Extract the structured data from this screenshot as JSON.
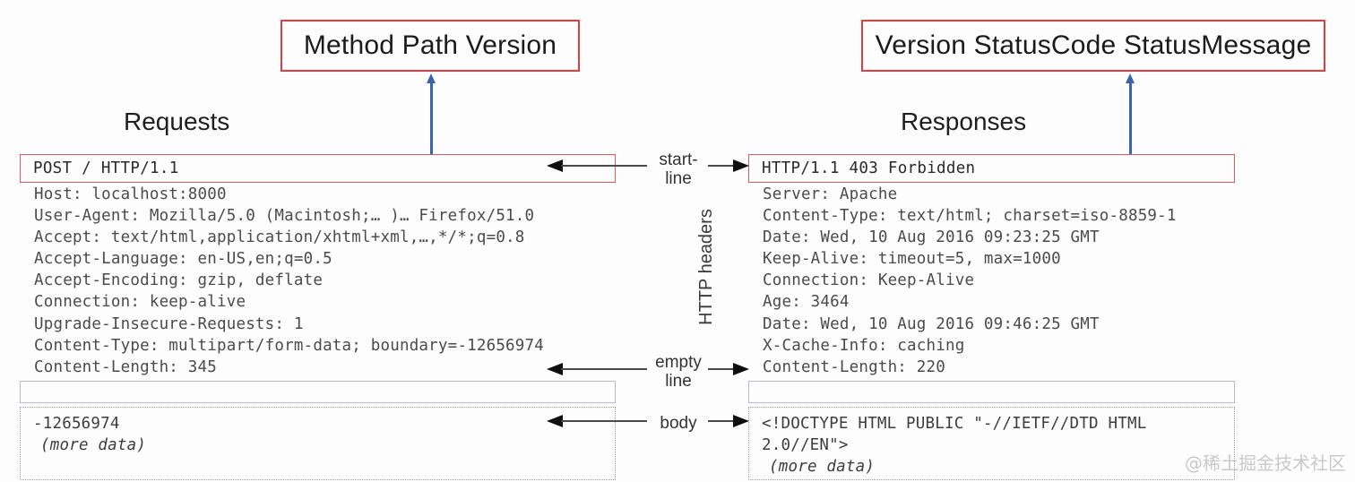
{
  "callouts": {
    "request_startline": "Method Path Version",
    "response_startline": "Version StatusCode StatusMessage"
  },
  "headings": {
    "requests": "Requests",
    "responses": "Responses"
  },
  "center_labels": {
    "start_line": "start-\nline",
    "http_headers": "HTTP headers",
    "empty_line": "empty\nline",
    "body": "body"
  },
  "request": {
    "start_line": "POST / HTTP/1.1",
    "headers": [
      "Host: localhost:8000",
      "User-Agent: Mozilla/5.0 (Macintosh;… )… Firefox/51.0",
      "Accept:  text/html,application/xhtml+xml,…,*/*;q=0.8",
      "Accept-Language: en-US,en;q=0.5",
      "Accept-Encoding: gzip, deflate",
      "Connection: keep-alive",
      "Upgrade-Insecure-Requests: 1",
      "Content-Type: multipart/form-data; boundary=-12656974",
      "Content-Length: 345"
    ],
    "empty_line": "",
    "body": [
      "-12656974"
    ],
    "body_more": "(more data)"
  },
  "response": {
    "start_line": "HTTP/1.1 403 Forbidden",
    "headers": [
      "Server: Apache",
      "Content-Type: text/html; charset=iso-8859-1",
      "Date: Wed, 10 Aug 2016 09:23:25 GMT",
      "Keep-Alive: timeout=5, max=1000",
      "Connection: Keep-Alive",
      "Age: 3464",
      "Date: Wed, 10 Aug 2016 09:46:25 GMT",
      "X-Cache-Info: caching",
      "Content-Length: 220"
    ],
    "empty_line": "",
    "body": [
      "<!DOCTYPE HTML PUBLIC \"-//IETF//DTD HTML",
      "2.0//EN\">"
    ],
    "body_more": "(more data)"
  },
  "watermark": "@稀土掘金技术社区",
  "colors": {
    "callout_border": "#dd3f3f",
    "startline_border": "#e05a5a",
    "emptyline_border": "#b9b6e0",
    "body_border": "#9a9a9a",
    "blue_arrow": "#3a64ad",
    "black_arrow": "#0f0f0f"
  }
}
